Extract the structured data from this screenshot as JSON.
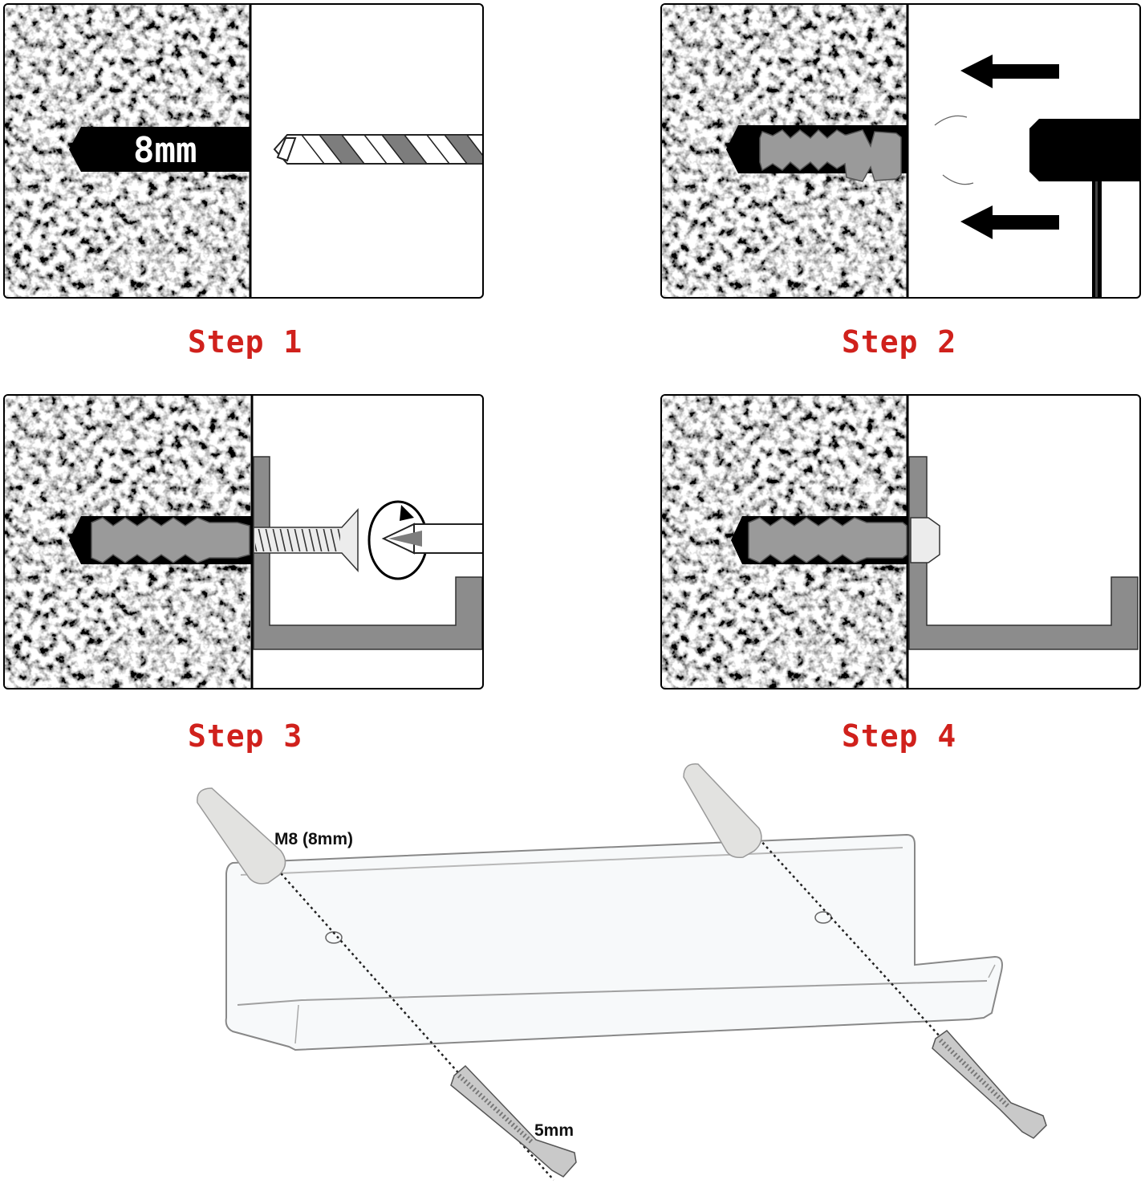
{
  "steps": [
    {
      "label": "Step 1",
      "hole_label": "8mm"
    },
    {
      "label": "Step 2"
    },
    {
      "label": "Step 3"
    },
    {
      "label": "Step 4"
    }
  ],
  "callouts": {
    "anchor": "M8 (8mm)",
    "screw": "5mm"
  },
  "colors": {
    "step_label": "#d0211c",
    "anchor_gray": "#9a9a9a",
    "bracket_gray": "#8c8c8c",
    "hole_black": "#000000"
  },
  "icons": [
    "drill-bit-icon",
    "wall-anchor-icon",
    "hammer-icon",
    "push-arrow-icon",
    "screw-icon",
    "screwdriver-icon",
    "rotation-arrow-icon",
    "l-bracket-icon",
    "acrylic-shelf-icon"
  ]
}
